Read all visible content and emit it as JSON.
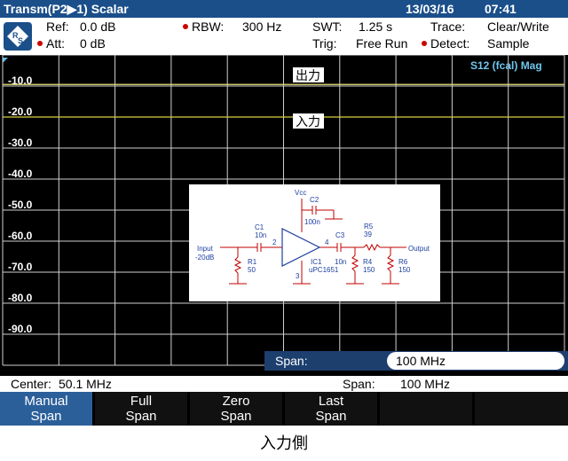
{
  "titlebar": {
    "title": "Transm(P2▶1) Scalar",
    "date": "13/03/16",
    "time": "07:41"
  },
  "header": {
    "ref_label": "Ref:",
    "ref_value": "0.0 dB",
    "att_label": "Att:",
    "att_value": "0 dB",
    "rbw_label": "RBW:",
    "rbw_value": "300 Hz",
    "swt_label": "SWT:",
    "swt_value": "1.25 s",
    "trig_label": "Trig:",
    "trig_value": "Free Run",
    "trace_label": "Trace:",
    "trace_value": "Clear/Write",
    "detect_label": "Detect:",
    "detect_value": "Sample"
  },
  "plot": {
    "trace_label": "S12 (fcal) Mag",
    "annotation_output": "出力",
    "annotation_input": "入力"
  },
  "chart_data": {
    "type": "line",
    "ylim": [
      -100,
      0
    ],
    "yticks": [
      -10,
      -20,
      -30,
      -40,
      -50,
      -60,
      -70,
      -80,
      -90
    ],
    "ytick_labels": [
      "-10.0",
      "-20.0",
      "-30.0",
      "-40.0",
      "-50.0",
      "-60.0",
      "-70.0",
      "-80.0",
      "-90.0"
    ],
    "grid": true,
    "series": [
      {
        "name": "出力",
        "values": [
          -9.5,
          -9.5
        ]
      },
      {
        "name": "入力",
        "values": [
          -20.0,
          -20.0
        ]
      }
    ],
    "x": [
      0,
      1
    ]
  },
  "schematic": {
    "vcc": "Vcc",
    "c2": "C2",
    "c2_value": "100n",
    "c1": "C1",
    "c1_value": "10n",
    "pin2": "2",
    "pin4": "4",
    "pin3": "3",
    "c3": "C3",
    "c3_value": "10n",
    "r5": "R5",
    "r5_value": "39",
    "input_label": "Input",
    "input_level": "-20dB",
    "output_label": "Output",
    "r1": "R1",
    "r1_value": "50",
    "ic1": "IC1",
    "ic1_part": "uPC1651",
    "r4": "R4",
    "r4_value": "150",
    "r6": "R6",
    "r6_value": "150"
  },
  "span_entry": {
    "label": "Span:",
    "value": "100 MHz"
  },
  "footer": {
    "center_label": "Center:",
    "center_value": "50.1 MHz",
    "span_label": "Span:",
    "span_value": "100 MHz"
  },
  "softkeys": [
    {
      "line1": "Manual",
      "line2": "Span"
    },
    {
      "line1": "Full",
      "line2": "Span"
    },
    {
      "line1": "Zero",
      "line2": "Span"
    },
    {
      "line1": "Last",
      "line2": "Span"
    },
    {
      "line1": "",
      "line2": ""
    },
    {
      "line1": "",
      "line2": ""
    }
  ],
  "caption": "入力側",
  "colors": {
    "trace1": "#e8e070",
    "trace2": "#d8d040",
    "grid": "#d0d0d0",
    "accent": "#1b4f8a",
    "schematic_red": "#c00000",
    "schematic_blue": "#1c3fa0"
  }
}
